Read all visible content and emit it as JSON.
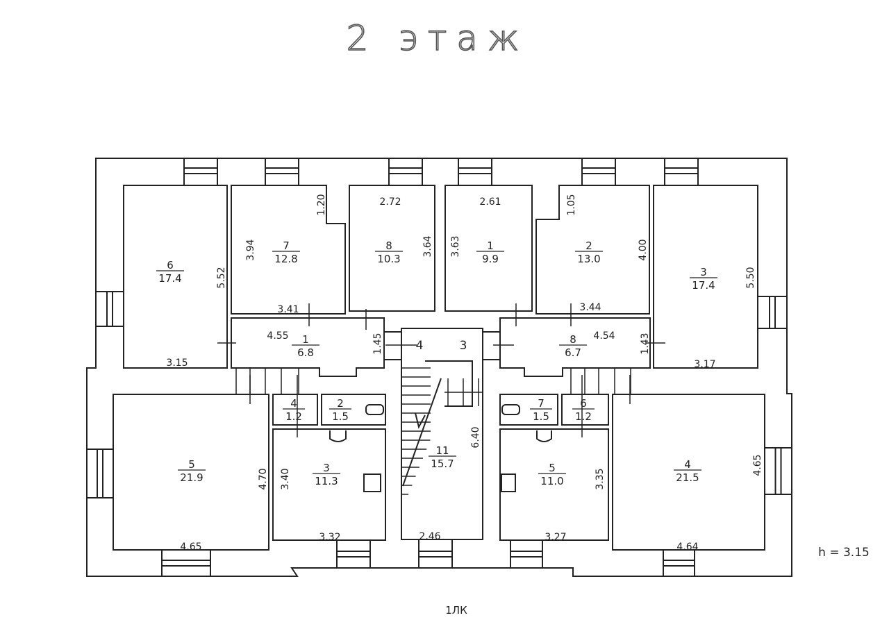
{
  "title": "2 этаж",
  "height_note": "h = 3.15",
  "footer_label": "1ЛК",
  "rooms": [
    {
      "num": "6",
      "area": "17.4",
      "dims": [
        "5.52",
        "3.15"
      ]
    },
    {
      "num": "7",
      "area": "12.8",
      "dims": [
        "3.94",
        "1.20",
        "3.41"
      ]
    },
    {
      "num": "8",
      "area": "10.3",
      "dims": [
        "2.72",
        "3.64"
      ]
    },
    {
      "num": "1",
      "area": "9.9",
      "dims": [
        "2.61",
        "3.63"
      ]
    },
    {
      "num": "2",
      "area": "13.0",
      "dims": [
        "4.00",
        "1.05",
        "3.44"
      ]
    },
    {
      "num": "3",
      "area": "17.4",
      "dims": [
        "5.50",
        "3.17"
      ]
    },
    {
      "num": "1",
      "area": "6.8",
      "dims": [
        "4.55",
        "1.45"
      ]
    },
    {
      "num": "8",
      "area": "6.7",
      "dims": [
        "4.54",
        "1.43"
      ]
    },
    {
      "num": "11",
      "area": "15.7",
      "dims": [
        "6.40",
        "2.46"
      ]
    },
    {
      "num": "5",
      "area": "21.9",
      "dims": [
        "4.70",
        "4.65"
      ]
    },
    {
      "num": "4",
      "area": "1.2",
      "dims": []
    },
    {
      "num": "2",
      "area": "1.5",
      "dims": []
    },
    {
      "num": "3",
      "area": "11.3",
      "dims": [
        "3.40",
        "3.32"
      ]
    },
    {
      "num": "7",
      "area": "1.5",
      "dims": []
    },
    {
      "num": "6",
      "area": "1.2",
      "dims": []
    },
    {
      "num": "5",
      "area": "11.0",
      "dims": [
        "3.35",
        "3.27"
      ]
    },
    {
      "num": "4",
      "area": "21.5",
      "dims": [
        "4.65",
        "4.64"
      ]
    }
  ],
  "door_markers": [
    "4",
    "3"
  ]
}
